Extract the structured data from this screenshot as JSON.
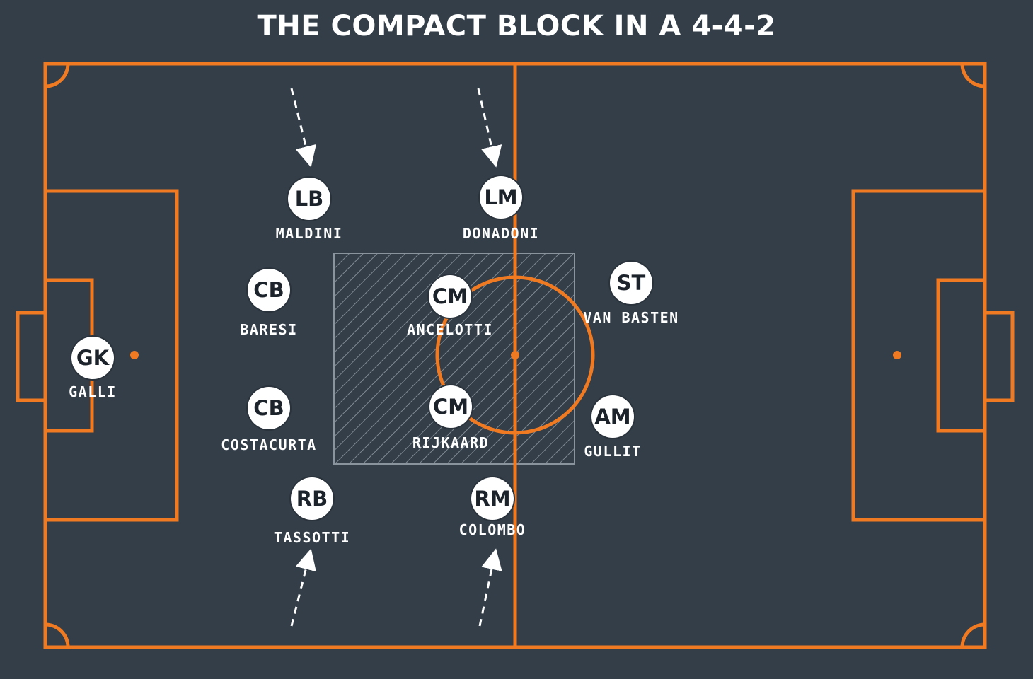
{
  "title": "THE COMPACT BLOCK IN A 4-4-2",
  "colors": {
    "background": "#333e49",
    "pitch_lines": "#f07a22",
    "token_fill": "#ffffff",
    "token_text": "#1c232b",
    "label_text": "#ffffff",
    "arrow": "#ffffff",
    "block_hatch": "#9aa3ab"
  },
  "players": [
    {
      "role": "GK",
      "name": "GALLI"
    },
    {
      "role": "CB",
      "name": "BARESI"
    },
    {
      "role": "CB",
      "name": "COSTACURTA"
    },
    {
      "role": "LB",
      "name": "MALDINI"
    },
    {
      "role": "RB",
      "name": "TASSOTTI"
    },
    {
      "role": "CM",
      "name": "ANCELOTTI"
    },
    {
      "role": "CM",
      "name": "RIJKAARD"
    },
    {
      "role": "LM",
      "name": "DONADONI"
    },
    {
      "role": "RM",
      "name": "COLOMBO"
    },
    {
      "role": "ST",
      "name": "VAN BASTEN"
    },
    {
      "role": "AM",
      "name": "GULLIT"
    }
  ]
}
